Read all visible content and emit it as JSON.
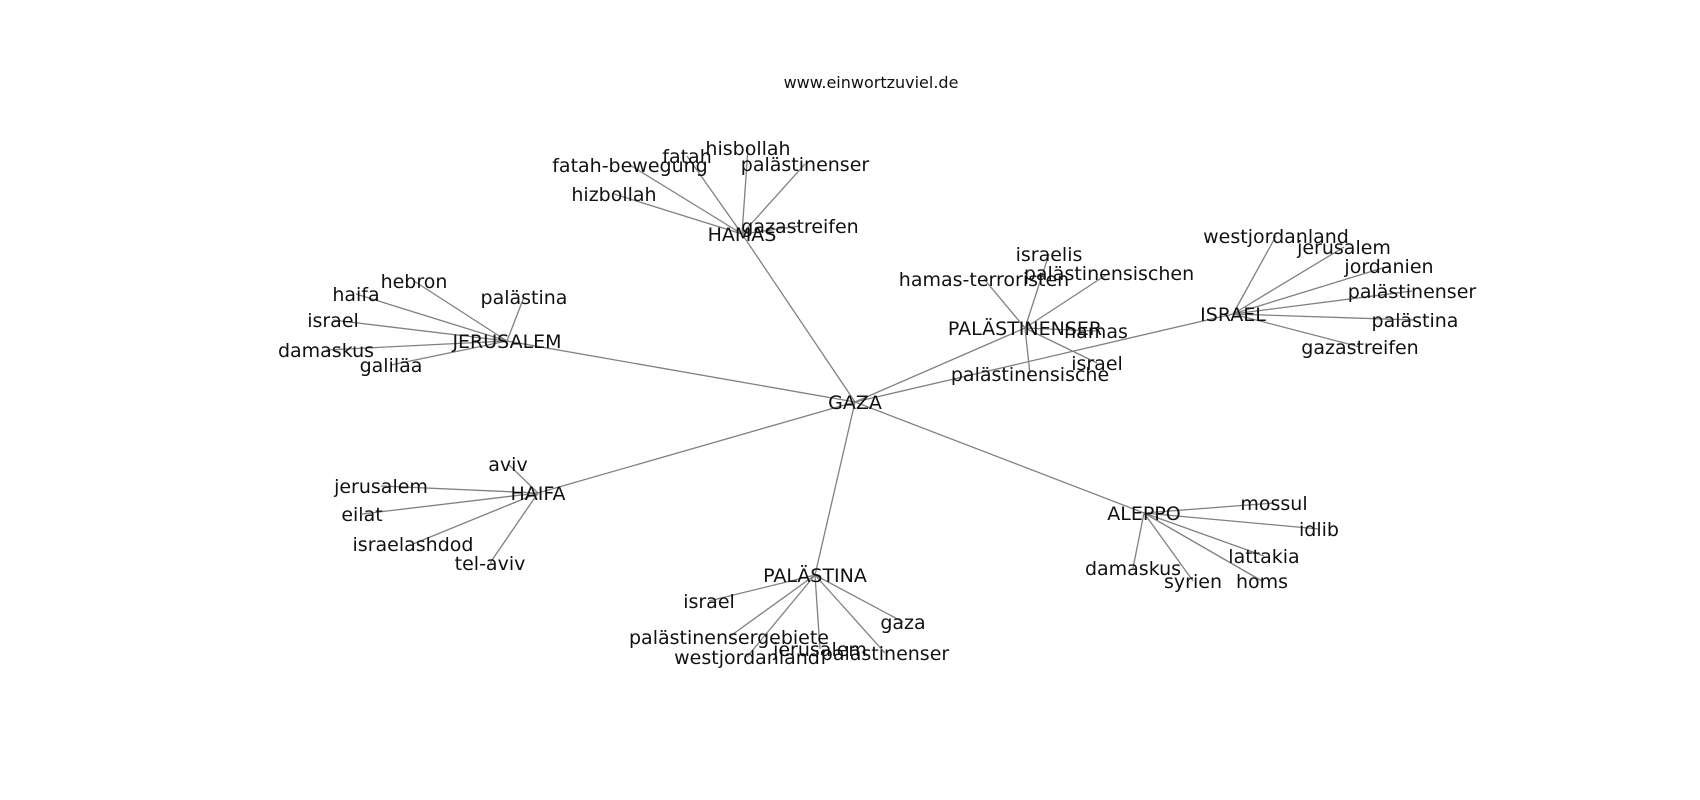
{
  "site_label": "www.einwortzuviel.de",
  "graph": {
    "root": "GAZA",
    "hubs": [
      {
        "label": "HAMAS",
        "leaves": [
          "fatah-bewegung",
          "fatah",
          "hisbollah",
          "palästinenser",
          "hizbollah",
          "gazastreifen"
        ]
      },
      {
        "label": "JERUSALEM",
        "leaves": [
          "hebron",
          "haifa",
          "palästina",
          "israel",
          "damaskus",
          "galiläa"
        ]
      },
      {
        "label": "PALÄSTINENSER",
        "leaves": [
          "israelis",
          "palästinensischen",
          "hamas-terroristen",
          "hamas",
          "israel",
          "palästinensische"
        ]
      },
      {
        "label": "ISRAEL",
        "leaves": [
          "westjordanland",
          "jerusalem",
          "jordanien",
          "palästinenser",
          "palästina",
          "gazastreifen"
        ]
      },
      {
        "label": "HAIFA",
        "leaves": [
          "aviv",
          "jerusalem",
          "eilat",
          "israelashdod",
          "tel-aviv"
        ]
      },
      {
        "label": "ALEPPO",
        "leaves": [
          "mossul",
          "idlib",
          "lattakia",
          "damaskus",
          "syrien",
          "homs"
        ]
      },
      {
        "label": "PALÄSTINA",
        "leaves": [
          "israel",
          "gaza",
          "palästinensergebiete",
          "jerusalem",
          "westjordanland",
          "palästinenser"
        ]
      }
    ]
  }
}
